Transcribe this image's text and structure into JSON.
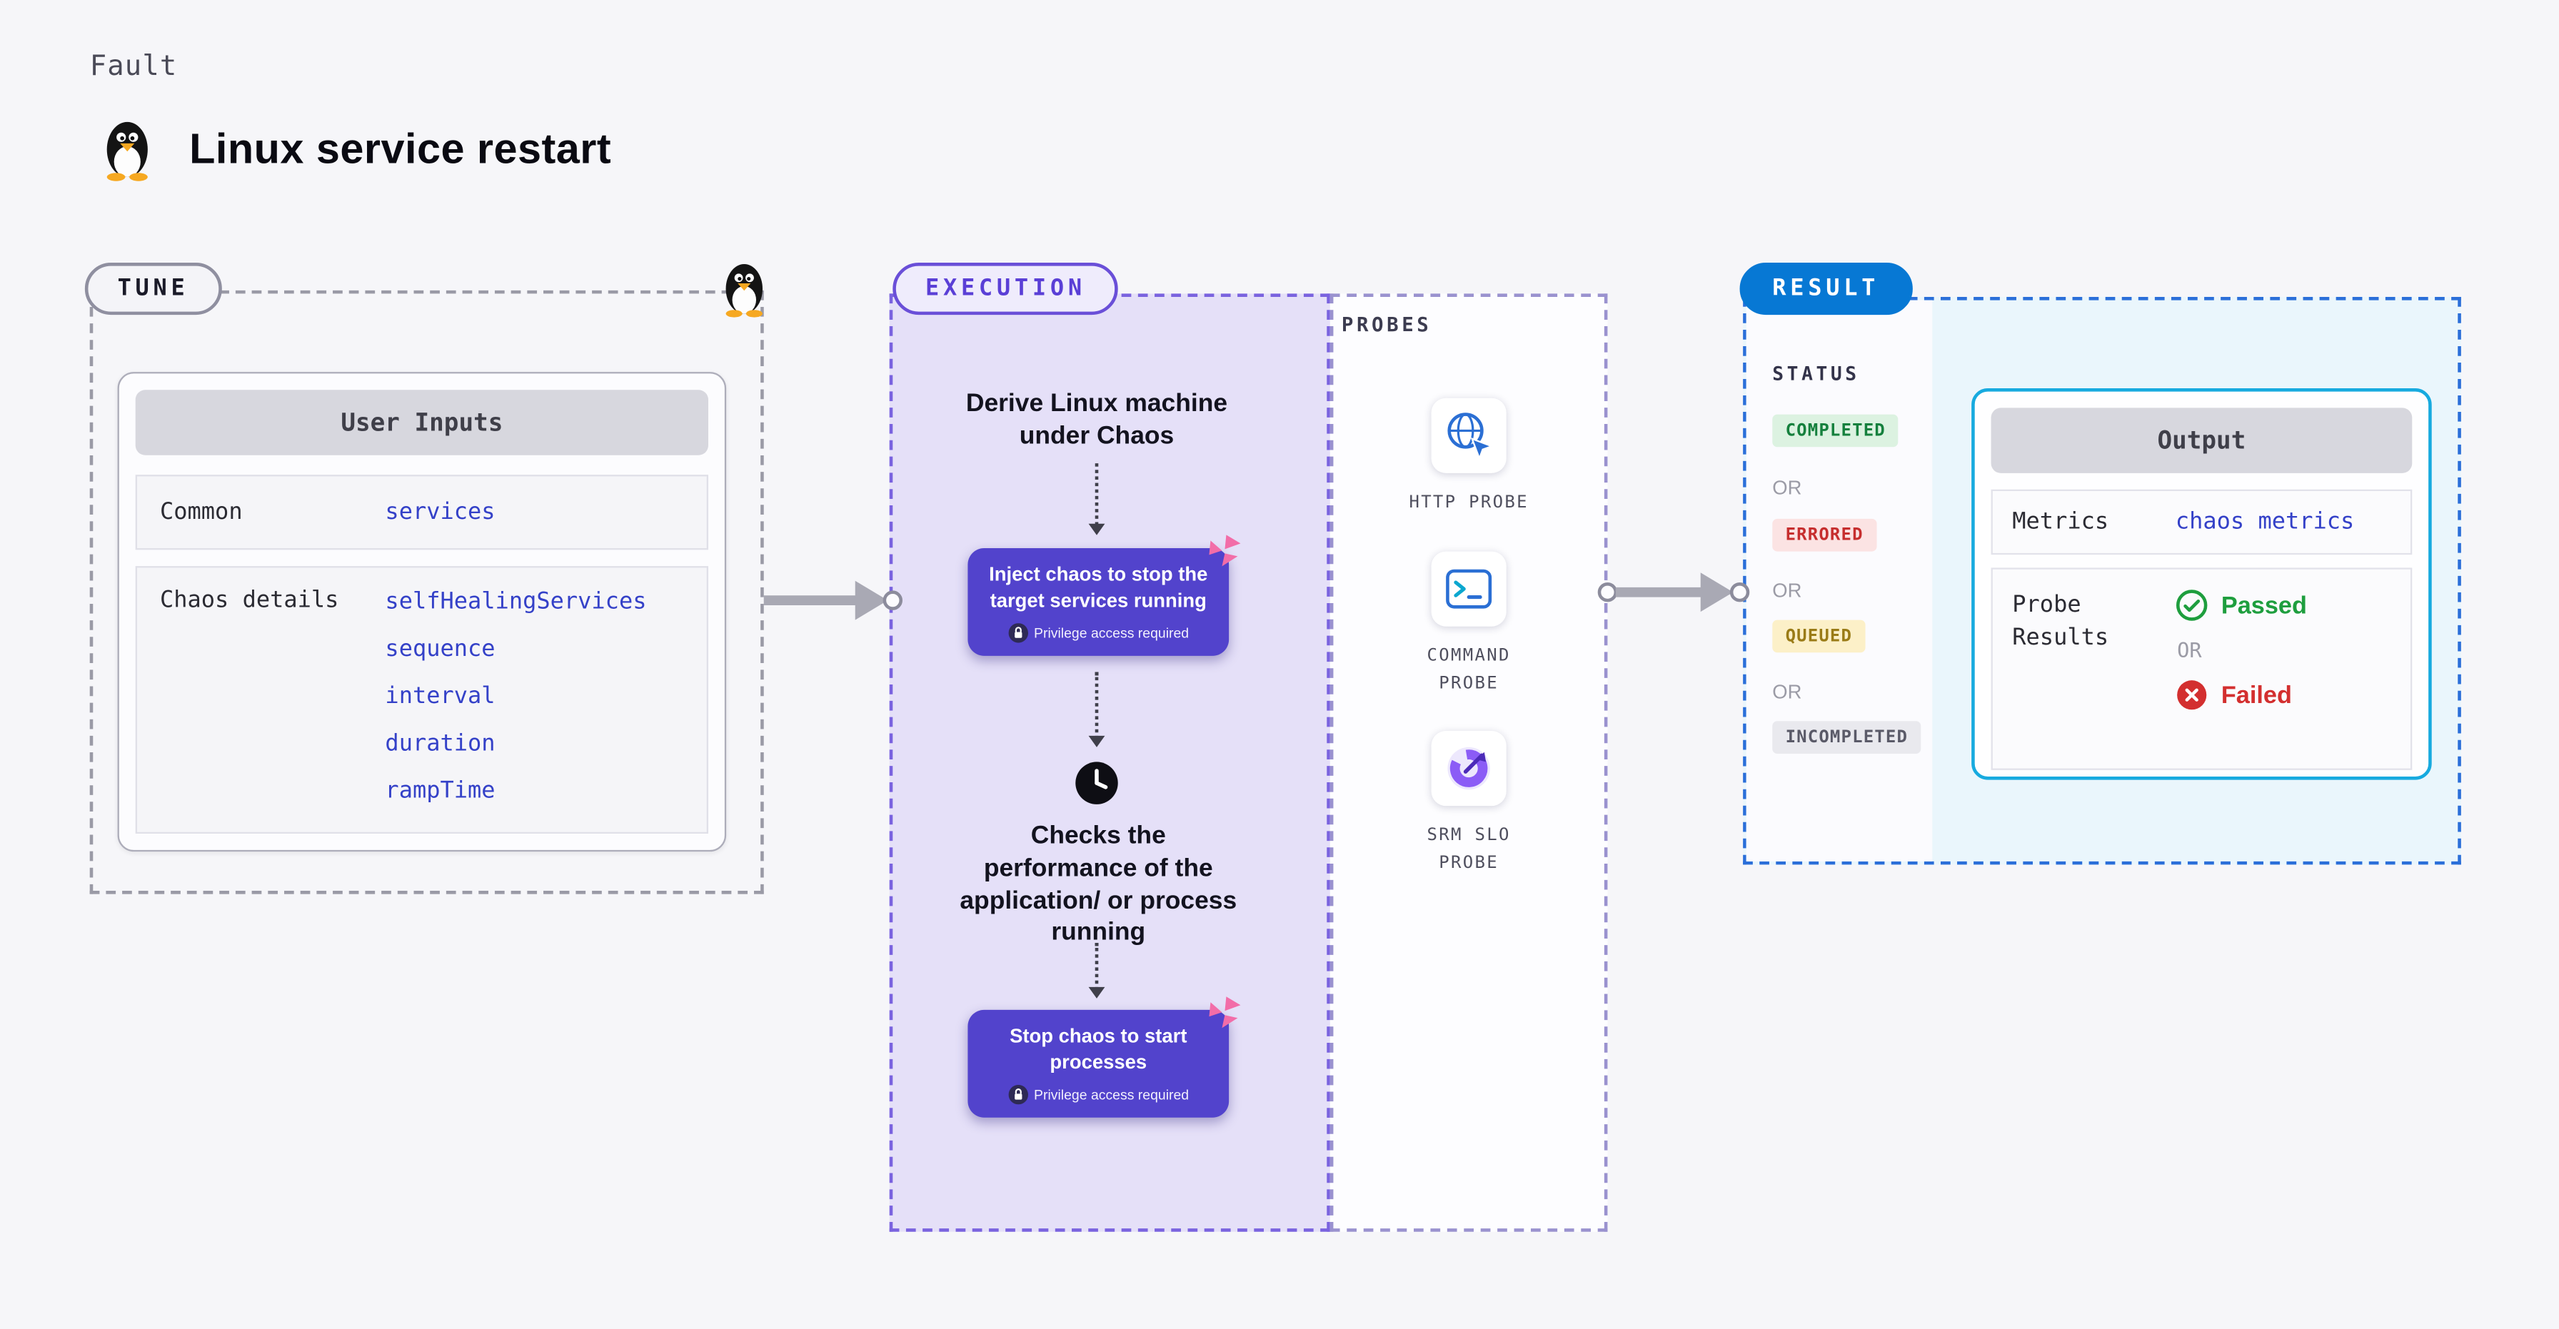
{
  "colors": {
    "background": "#F6F6F9",
    "accent_purple": "#5243CC",
    "execution_border": "#7A63DF",
    "result_blue": "#0778D4",
    "output_border": "#17AADF",
    "param_link_blue": "#3441C8",
    "success_green": "#1E9E3E",
    "error_red": "#D32F2F",
    "pink_chaos": "#F26DA8"
  },
  "icons": {
    "title": "linux-penguin-icon",
    "clock": "clock-icon",
    "lock": "lock-icon",
    "chaos": "pink-chaos-icon",
    "http": "globe-cursor-icon",
    "command": "terminal-icon",
    "srm": "donut-chart-icon",
    "passed": "check-circle-icon",
    "failed": "x-circle-icon"
  },
  "header": {
    "kicker": "Fault",
    "title": "Linux service restart"
  },
  "tune": {
    "pill": "TUNE",
    "card": {
      "header": "User Inputs",
      "rows": [
        {
          "label": "Common",
          "params": [
            "services"
          ]
        },
        {
          "label": "Chaos details",
          "params": [
            "selfHealingServices",
            "sequence",
            "interval",
            "duration",
            "rampTime"
          ]
        }
      ]
    }
  },
  "execution": {
    "pill": "EXECUTION",
    "derive_text": "Derive Linux machine under Chaos",
    "inject_button": {
      "label": "Inject chaos to stop the target services running",
      "note": "Privilege access required"
    },
    "checks_text": "Checks the performance of the application/ or process running",
    "stop_button": {
      "label": "Stop chaos to start processes",
      "note": "Privilege access required"
    }
  },
  "probes": {
    "label": "PROBES",
    "items": [
      {
        "name": "HTTP PROBE"
      },
      {
        "name": "COMMAND PROBE"
      },
      {
        "name": "SRM SLO PROBE"
      }
    ]
  },
  "result": {
    "pill": "RESULT",
    "status_label": "STATUS",
    "or": "OR",
    "statuses": [
      {
        "label": "COMPLETED",
        "type": "success"
      },
      {
        "label": "ERRORED",
        "type": "error"
      },
      {
        "label": "QUEUED",
        "type": "warning"
      },
      {
        "label": "INCOMPLETED",
        "type": "neutral"
      }
    ],
    "output": {
      "header": "Output",
      "metrics_label": "Metrics",
      "metrics_value": "chaos metrics",
      "probe_results_label": "Probe Results",
      "passed": "Passed",
      "failed": "Failed"
    }
  }
}
